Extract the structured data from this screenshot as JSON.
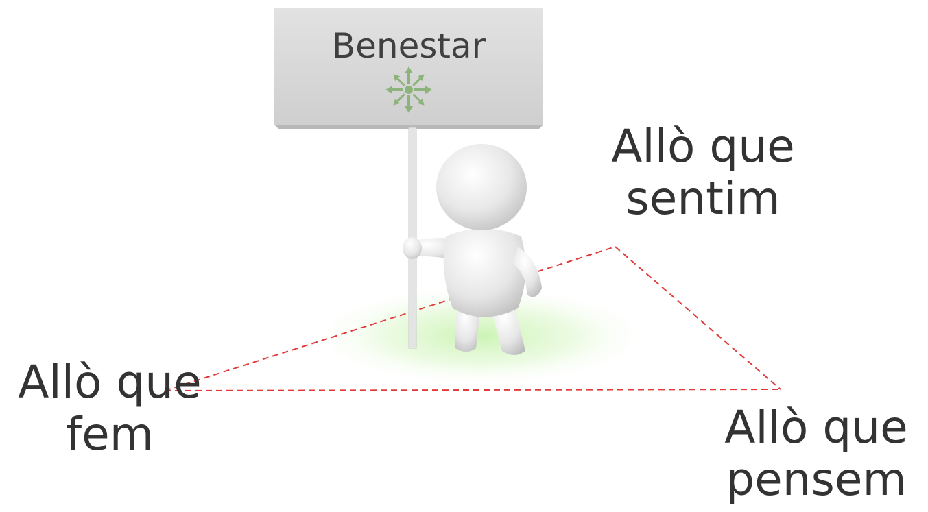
{
  "sign": {
    "text": "Benestar",
    "icon": "arrows-out-icon",
    "icon_color": "#8cb37a"
  },
  "corners": {
    "sentim": {
      "line1": "Allò que",
      "line2": "sentim"
    },
    "fem": {
      "line1": "Allò que",
      "line2": "fem"
    },
    "pensem": {
      "line1": "Allò que",
      "line2": "pensem"
    }
  },
  "colors": {
    "text": "#333333",
    "dashed_line": "#e03a3a",
    "ground_glow": "#c8f0b0",
    "sign_board": "#d6d6d6"
  }
}
